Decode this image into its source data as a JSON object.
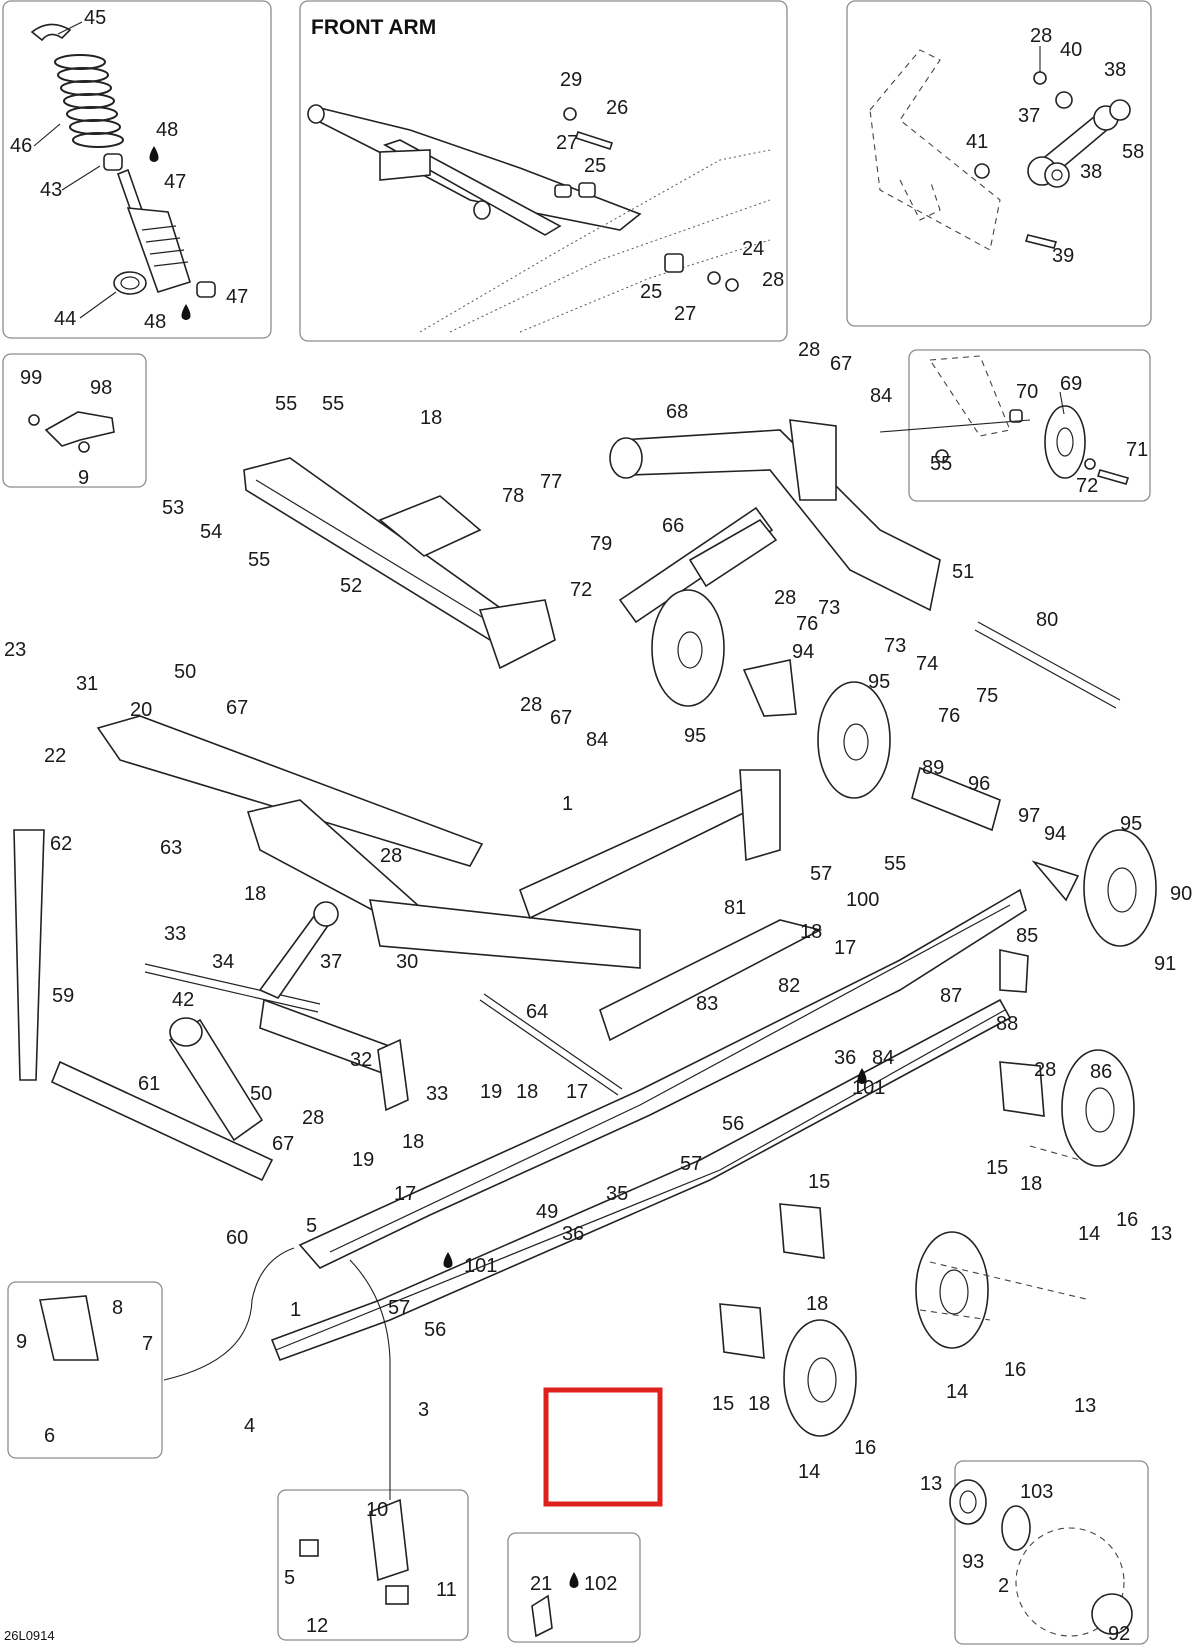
{
  "diagram": {
    "panel_title": "FRONT ARM",
    "drawing_code": "26L0914",
    "highlight_color": "#e0201c",
    "lubricant_icon": "oil-drop-icon",
    "callouts": {
      "c45": "45",
      "c46": "46",
      "c43": "43",
      "c48a": "48",
      "c47a": "47",
      "c44": "44",
      "c48b": "48",
      "c47b": "47",
      "c29": "29",
      "c26": "26",
      "c27a": "27",
      "c25a": "25",
      "c24": "24",
      "c28a": "28",
      "c25b": "25",
      "c27b": "27",
      "c28b": "28",
      "c40": "40",
      "c38a": "38",
      "c37a": "37",
      "c58": "58",
      "c41": "41",
      "c38b": "38",
      "c39": "39",
      "c99": "99",
      "c98": "98",
      "c9a": "9",
      "c55a": "55",
      "c55b": "55",
      "c18a": "18",
      "c53": "53",
      "c54": "54",
      "c55c": "55",
      "c52": "52",
      "c78": "78",
      "c77": "77",
      "c79": "79",
      "c72a": "72",
      "c66": "66",
      "c28c": "28",
      "c67a": "67",
      "c84a": "84",
      "c68": "68",
      "c70": "70",
      "c69": "69",
      "c55d": "55",
      "c71": "71",
      "c72b": "72",
      "c28d": "28",
      "c76a": "76",
      "c73a": "73",
      "c51": "51",
      "c73b": "73",
      "c74": "74",
      "c80": "80",
      "c76b": "76",
      "c75": "75",
      "c94a": "94",
      "c95a": "95",
      "c95b": "95",
      "c28e": "28",
      "c67b": "67",
      "c84b": "84",
      "c23": "23",
      "c31": "31",
      "c50a": "50",
      "c67c": "67",
      "c22": "22",
      "c20": "20",
      "c1a": "1",
      "c89": "89",
      "c96": "96",
      "c97": "97",
      "c94b": "94",
      "c95c": "95",
      "c90": "90",
      "c91": "91",
      "c62": "62",
      "c63": "63",
      "c28f": "28",
      "c18b": "18",
      "c59": "59",
      "c30": "30",
      "c57a": "57",
      "c55e": "55",
      "c100": "100",
      "c81": "81",
      "c18c": "18",
      "c17a": "17",
      "c82": "82",
      "c83": "83",
      "c85": "85",
      "c87": "87",
      "c88": "88",
      "c28g": "28",
      "c86": "86",
      "c33a": "33",
      "c34": "34",
      "c37b": "37",
      "c42": "42",
      "c64": "64",
      "c32": "32",
      "c36a": "36",
      "c84c": "84",
      "c101a": "101",
      "c61": "61",
      "c50b": "50",
      "c28h": "28",
      "c33b": "33",
      "c67d": "67",
      "c19a": "19",
      "c18d": "18",
      "c17b": "17",
      "c56a": "56",
      "c57b": "57",
      "c19b": "19",
      "c18e": "18",
      "c17c": "17",
      "c49": "49",
      "c36b": "36",
      "c35": "35",
      "c15a": "15",
      "c18f": "18",
      "c14a": "14",
      "c16a": "16",
      "c13a": "13",
      "c5a": "5",
      "c60": "60",
      "c1b": "1",
      "c101b": "101",
      "c57c": "57",
      "c56b": "56",
      "c15b": "15",
      "c18g": "18",
      "c14b": "14",
      "c16b": "16",
      "c13b": "13",
      "c9b": "9",
      "c8": "8",
      "c7": "7",
      "c6": "6",
      "c15c": "15",
      "c18h": "18",
      "c14c": "14",
      "c16c": "16",
      "c13c": "13",
      "c4": "4",
      "c3": "3",
      "c10": "10",
      "c5b": "5",
      "c11": "11",
      "c12": "12",
      "c21": "21",
      "c102": "102",
      "c93": "93",
      "c103": "103",
      "c2": "2",
      "c92": "92"
    }
  }
}
